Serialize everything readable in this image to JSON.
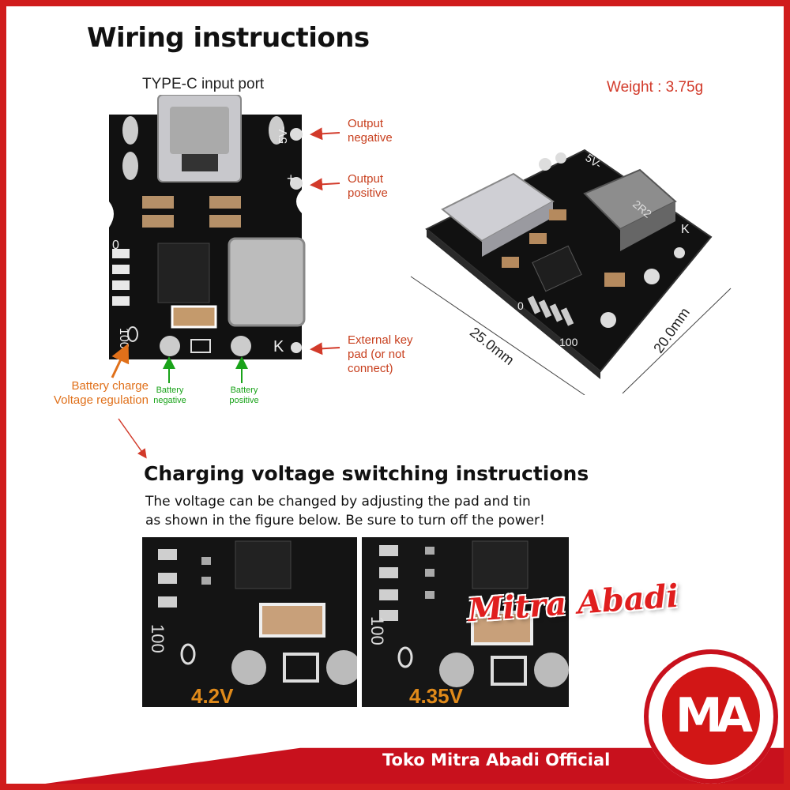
{
  "title": "Wiring instructions",
  "typec_label": "TYPE-C input port",
  "weight": "Weight : 3.75g",
  "labels": {
    "output_negative": [
      "Output",
      "negative"
    ],
    "output_positive": [
      "Output",
      "positive"
    ],
    "external_key": [
      "External key",
      "pad (or not",
      "connect)"
    ],
    "battery_charge": [
      "Battery charge",
      "Voltage regulation"
    ],
    "battery_negative": [
      "Battery",
      "negative"
    ],
    "battery_positive": [
      "Battery",
      "positive"
    ]
  },
  "board_text": {
    "zero": "0",
    "hundred": "100",
    "k": "K",
    "fivev": "5V-",
    "plus": "+",
    "inductor": "2R2"
  },
  "dimensions": {
    "length": "25.0mm",
    "width": "20.0mm"
  },
  "section2": {
    "title": "Charging voltage switching instructions",
    "line1": "The voltage can be changed by adjusting the pad and tin",
    "line2": "as shown in the figure below. Be sure to turn off the power!"
  },
  "photos": {
    "left_voltage": "4.2V",
    "right_voltage": "4.35V",
    "label_100": "100"
  },
  "brand": "Mitra Abadi",
  "logo_text": "MA",
  "footer": "Toko Mitra Abadi Official",
  "colors": {
    "frame": "#d01c1c",
    "label_red": "#c8401f",
    "label_green": "#1aa31a",
    "label_orange": "#e0701a",
    "footer": "#c8111d"
  }
}
